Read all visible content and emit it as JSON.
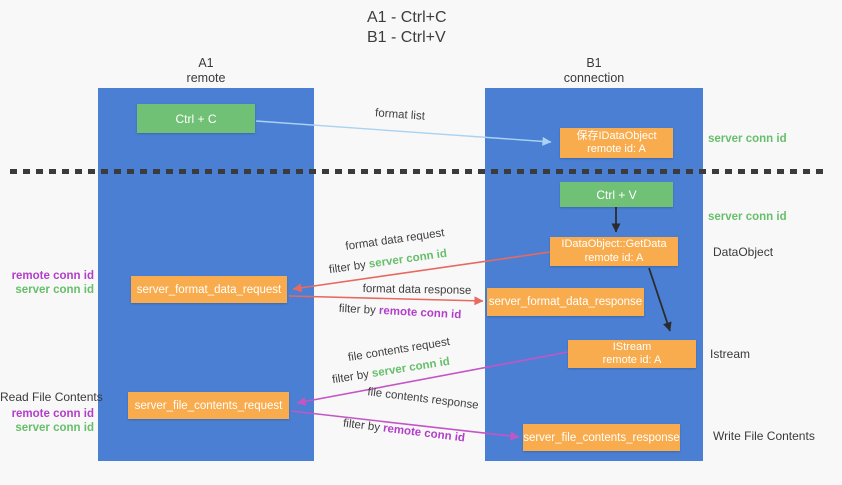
{
  "title": {
    "line1": "A1 - Ctrl+C",
    "line2": "B1 - Ctrl+V"
  },
  "lanes": {
    "left": {
      "name": "A1",
      "role": "remote"
    },
    "right": {
      "name": "B1",
      "role": "connection"
    }
  },
  "nodes": {
    "ctrl_c": {
      "label": "Ctrl + C"
    },
    "save_dataobject": {
      "line1": "保存IDataObject",
      "line2": "remote id: A"
    },
    "ctrl_v": {
      "label": "Ctrl + V"
    },
    "getdata": {
      "line1": "IDataObject::GetData",
      "line2": "remote id: A"
    },
    "istream": {
      "line1": "IStream",
      "line2": "remote id: A"
    },
    "format_data_request": {
      "label": "server_format_data_request"
    },
    "format_data_response": {
      "label": "server_format_data_response"
    },
    "file_contents_request": {
      "label": "server_file_contents_request"
    },
    "file_contents_response": {
      "label": "server_file_contents_response"
    }
  },
  "edges": {
    "format_list": {
      "label": "format list"
    },
    "format_data_request": {
      "label": "format data request",
      "filter_prefix": "filter by ",
      "filter_key": "server conn id"
    },
    "format_data_response": {
      "label": "format data response",
      "filter_prefix": "filter by ",
      "filter_key": "remote conn id"
    },
    "file_contents_request": {
      "label": "file contents request",
      "filter_prefix": "filter by ",
      "filter_key": "server conn id"
    },
    "file_contents_response": {
      "label": "file contents response",
      "filter_prefix": "filter by ",
      "filter_key": "remote conn id"
    }
  },
  "side_labels": {
    "left_top": {
      "line1": "remote conn id",
      "line2": "server conn id"
    },
    "left_bottom": {
      "title": "Read File Contents",
      "line1": "remote conn id",
      "line2": "server conn id"
    },
    "right_server_conn_top": "server conn id",
    "right_server_conn_mid": "server conn id",
    "right_dataobject": "DataObject",
    "right_istream": "Istream",
    "right_write_file": "Write File Contents"
  },
  "colors": {
    "lane_blue": "#4a7fd4",
    "node_orange": "#f8ac4d",
    "node_green": "#70c175",
    "arrow_red": "#e8695f",
    "arrow_purple": "#c455c4",
    "arrow_light_blue": "#a9d3f1",
    "arrow_black": "#2b2b2b",
    "label_green": "#67bf6b",
    "label_purple": "#b23ec9",
    "background": "#f8f8f8"
  }
}
